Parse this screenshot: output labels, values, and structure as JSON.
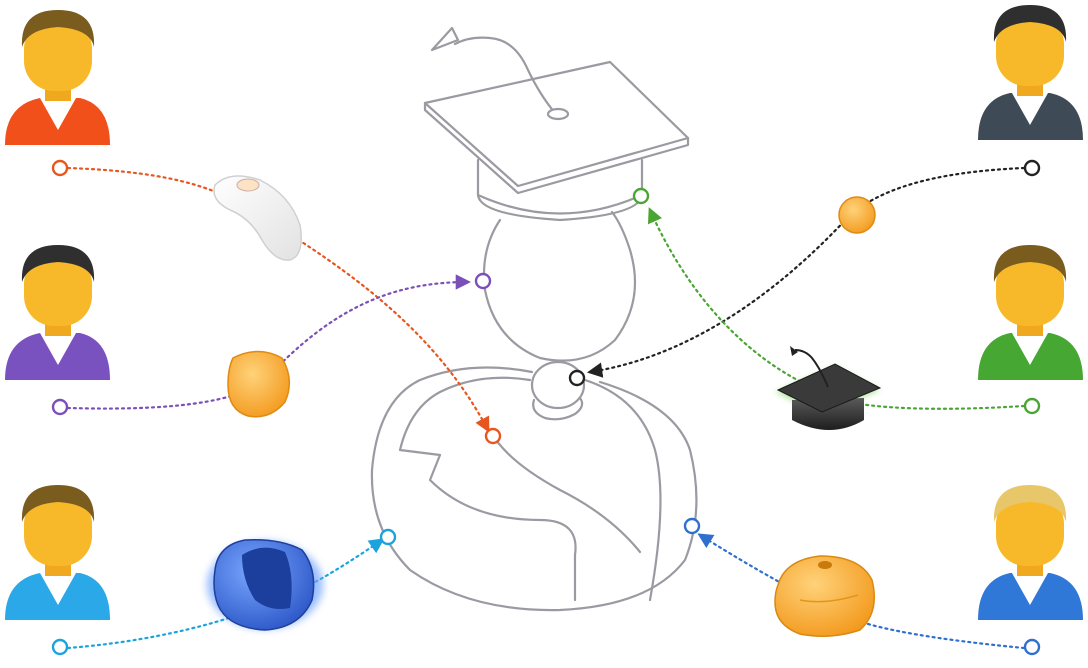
{
  "colors": {
    "background": "#ffffff",
    "outline": "#9a9aa2",
    "skin": "#f7b829",
    "hair_dark": "#2f2f2f",
    "hair_brown": "#7a5c1e",
    "hair_blond": "#e8c66a",
    "link_orange": "#e8561f",
    "link_purple": "#7b4fb8",
    "link_cyan": "#1aa3dd",
    "link_black": "#222222",
    "link_green": "#4aa632",
    "link_blue": "#2f6fcf"
  },
  "people": [
    {
      "id": "orange",
      "side": "left",
      "shirt": "#f2501a",
      "hair": "brown"
    },
    {
      "id": "purple",
      "side": "left",
      "shirt": "#7a52c0",
      "hair": "dark"
    },
    {
      "id": "cyan",
      "side": "left",
      "shirt": "#2aa8e8",
      "hair": "brown"
    },
    {
      "id": "black",
      "side": "right",
      "shirt": "#3e4b57",
      "hair": "dark"
    },
    {
      "id": "green",
      "side": "right",
      "shirt": "#46a832",
      "hair": "brown"
    },
    {
      "id": "blue",
      "side": "right",
      "shirt": "#2f78d8",
      "hair": "blond"
    }
  ],
  "parts": [
    {
      "id": "cap-tassel",
      "color": "#f2f2f2",
      "icon": "tassel-piece-icon"
    },
    {
      "id": "head",
      "color": "#ffb84d",
      "icon": "head-piece-icon"
    },
    {
      "id": "torso",
      "color": "#3b6fe0",
      "icon": "torso-piece-icon"
    },
    {
      "id": "neck",
      "color": "#f7a93b",
      "icon": "neck-piece-icon"
    },
    {
      "id": "cap",
      "color": "#333333",
      "icon": "graduation-cap-icon"
    },
    {
      "id": "shoulders",
      "color": "#ffb03a",
      "icon": "shoulders-piece-icon"
    }
  ]
}
